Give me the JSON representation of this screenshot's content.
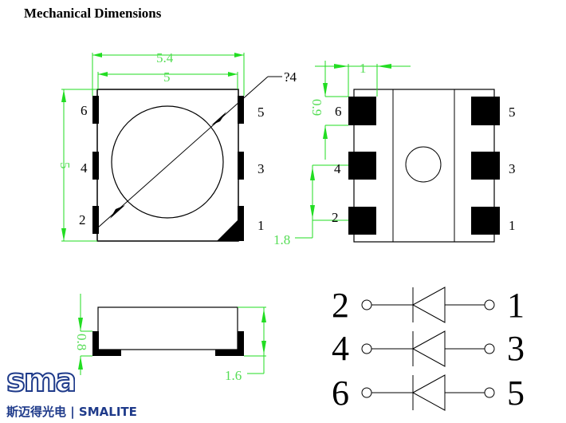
{
  "title": "Mechanical Dimensions",
  "top_view": {
    "dim_outer_width": "5.4",
    "dim_body_width": "5",
    "dim_height": "5",
    "dim_diameter": "?4",
    "pins_left": [
      "6",
      "4",
      "2"
    ],
    "pins_right": [
      "5",
      "3",
      "1"
    ]
  },
  "bottom_view": {
    "dim_pad_width": "1",
    "dim_pad_height": "0.9",
    "dim_pitch": "1.8",
    "pins_left": [
      "6",
      "4",
      "2"
    ],
    "pins_right": [
      "5",
      "3",
      "1"
    ]
  },
  "side_view": {
    "dim_pad_thickness": "0.8",
    "dim_height": "1.6"
  },
  "schematic": {
    "diodes": [
      {
        "anode": "2",
        "cathode": "1"
      },
      {
        "anode": "4",
        "cathode": "3"
      },
      {
        "anode": "6",
        "cathode": "5"
      }
    ]
  },
  "logo": {
    "mark": "sma",
    "text": "斯迈得光电 | SMALITE",
    "color": "#1e3a8a"
  },
  "colors": {
    "dimension": "#22dd22"
  }
}
